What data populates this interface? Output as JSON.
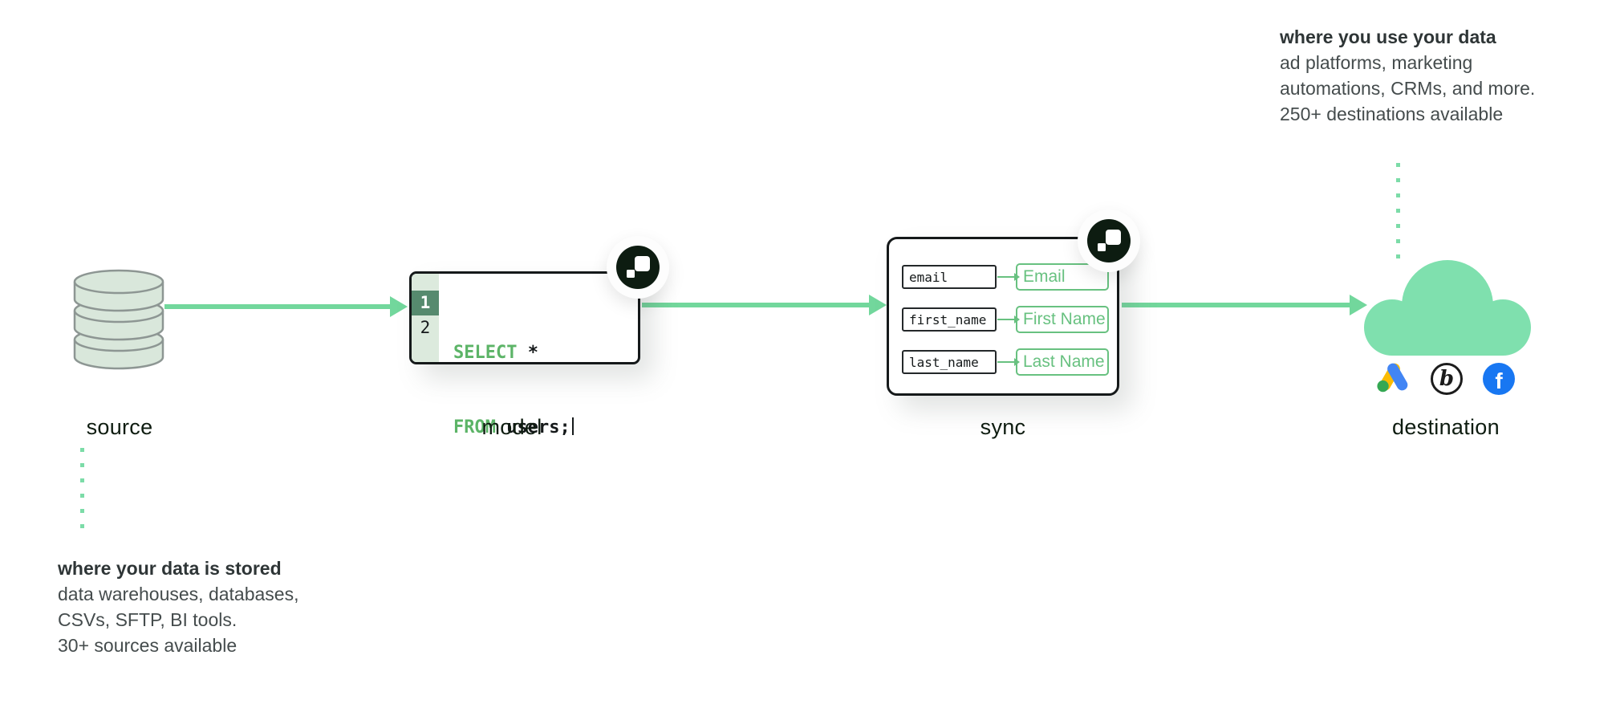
{
  "notes": {
    "destination": {
      "heading": "where you use your data",
      "lines": [
        "ad platforms, marketing",
        "automations, CRMs, and more.",
        "250+ destinations available"
      ]
    },
    "source": {
      "heading": "where your data is stored",
      "lines": [
        "data warehouses, databases,",
        "CSVs, SFTP, BI tools.",
        "30+ sources available"
      ]
    }
  },
  "stages": [
    {
      "id": "source",
      "label": "source"
    },
    {
      "id": "model",
      "label": "model"
    },
    {
      "id": "sync",
      "label": "sync"
    },
    {
      "id": "destination",
      "label": "destination"
    }
  ],
  "model_code": {
    "lines": [
      {
        "number": "1",
        "keyword": "SELECT",
        "code": " *"
      },
      {
        "number": "2",
        "keyword": "FROM",
        "code": " users;"
      }
    ]
  },
  "sync_mappings": [
    {
      "source_field": "email",
      "destination_field": "Email"
    },
    {
      "source_field": "first_name",
      "destination_field": "First Name"
    },
    {
      "source_field": "last_name",
      "destination_field": "Last Name"
    }
  ],
  "destination_icons": {
    "b_glyph": "b",
    "facebook_glyph": "f"
  },
  "colors": {
    "arrow_green": "#72d79c",
    "dot_green": "#7cdca8",
    "cloud_mint": "#7fe0ae",
    "keyword_green": "#5cb467",
    "sync_green": "#68c180",
    "badge_dark": "#0d1c11",
    "facebook_blue": "#1877f2",
    "google_blue": "#4285f4",
    "google_yellow": "#fbbc04",
    "google_green": "#34a853"
  }
}
